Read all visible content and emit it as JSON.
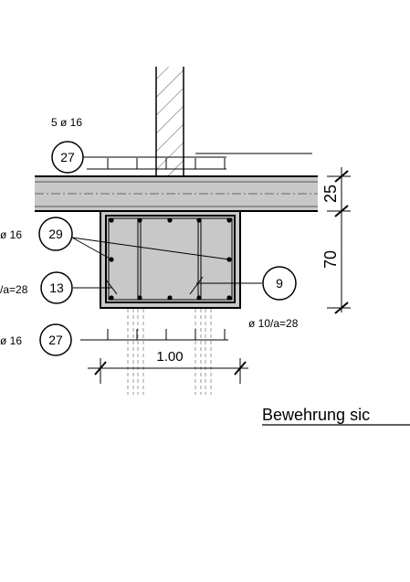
{
  "drawing": {
    "top_bar_label": "5 ø 16",
    "left_label_upper": "ø 16",
    "left_label_mid": "/a=28",
    "left_label_lower": "ø 16",
    "right_stirrup_label": "ø 10/a=28",
    "bubbles": {
      "top": "27",
      "upper_left": "29",
      "mid_left": "13",
      "right": "9",
      "bottom": "27"
    },
    "dim_width": "1.00",
    "dim_slab": "25",
    "dim_beam": "70",
    "caption": "Bewehrung sic"
  }
}
